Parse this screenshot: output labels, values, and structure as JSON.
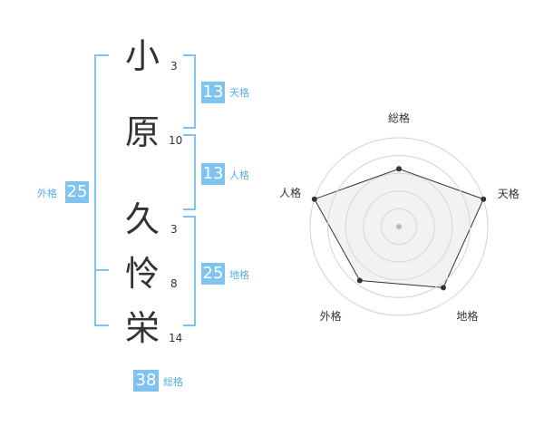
{
  "name_chars": [
    {
      "char": "小",
      "strokes": "3"
    },
    {
      "char": "原",
      "strokes": "10"
    },
    {
      "char": "久",
      "strokes": "3"
    },
    {
      "char": "怜",
      "strokes": "8"
    },
    {
      "char": "栄",
      "strokes": "14"
    }
  ],
  "fortunes": {
    "tenkaku": {
      "label": "天格",
      "value": "13"
    },
    "jinkaku": {
      "label": "人格",
      "value": "13"
    },
    "chikaku": {
      "label": "地格",
      "value": "25"
    },
    "gaikaku": {
      "label": "外格",
      "value": "25"
    },
    "soukaku": {
      "label": "総格",
      "value": "38"
    }
  },
  "radar": {
    "axes": [
      "総格",
      "天格",
      "地格",
      "外格",
      "人格"
    ],
    "levels": [
      0.65,
      1.0,
      0.85,
      0.75,
      1.0
    ],
    "colors": {
      "grid": "#d8d8d8",
      "fill": "#efefef",
      "line": "#333333",
      "point": "#333333",
      "center": "#bbbbbb"
    }
  }
}
